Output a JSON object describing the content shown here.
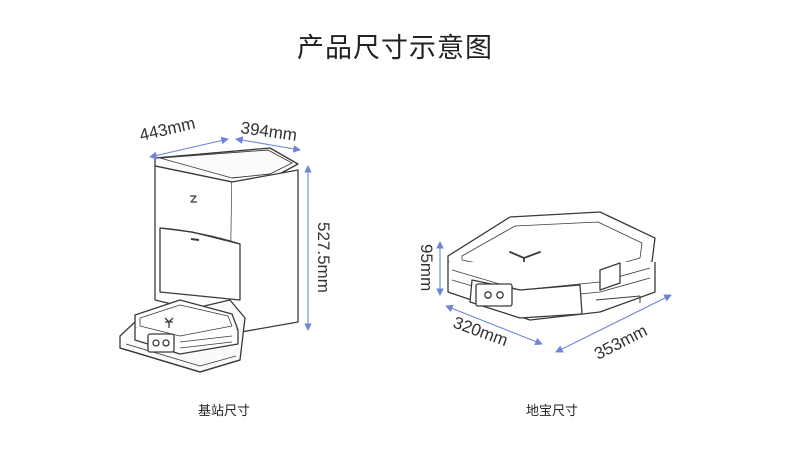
{
  "title": "产品尺寸示意图",
  "colors": {
    "dimension_line": "#6b86d6",
    "outline": "#3a3a3a",
    "text": "#222222"
  },
  "base_station": {
    "caption": "基站尺寸",
    "depth_label": "443mm",
    "width_label": "394mm",
    "height_label": "527.5mm"
  },
  "robot": {
    "caption": "地宝尺寸",
    "height_label": "95mm",
    "depth_label": "320mm",
    "width_label": "353mm"
  }
}
